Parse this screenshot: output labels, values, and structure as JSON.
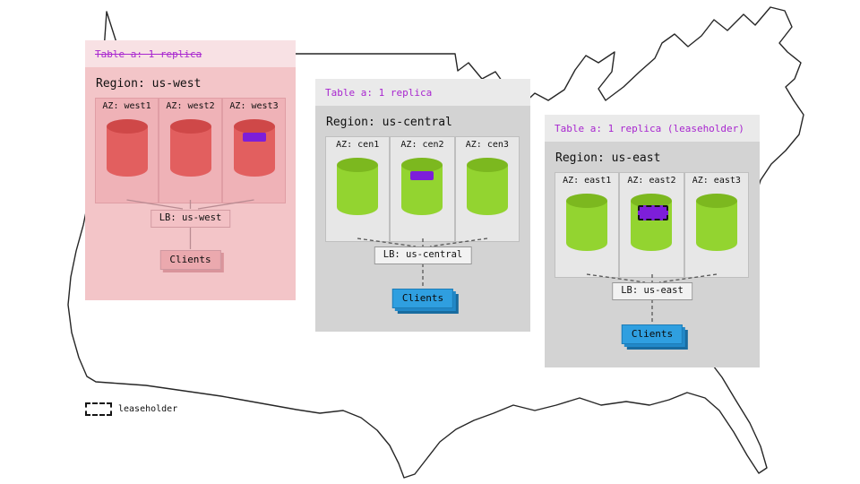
{
  "regions": [
    {
      "id": "us-west",
      "status": "down",
      "table_label": "Table a: 1 replica",
      "region_label": "Region: us-west",
      "azs": [
        {
          "label": "AZ: west1",
          "replica": false,
          "leaseholder": false
        },
        {
          "label": "AZ: west2",
          "replica": false,
          "leaseholder": false
        },
        {
          "label": "AZ: west3",
          "replica": true,
          "leaseholder": false
        }
      ],
      "lb_label": "LB: us-west",
      "clients_label": "Clients"
    },
    {
      "id": "us-central",
      "status": "up",
      "table_label": "Table a: 1 replica",
      "region_label": "Region: us-central",
      "azs": [
        {
          "label": "AZ: cen1",
          "replica": false,
          "leaseholder": false
        },
        {
          "label": "AZ: cen2",
          "replica": true,
          "leaseholder": false
        },
        {
          "label": "AZ: cen3",
          "replica": false,
          "leaseholder": false
        }
      ],
      "lb_label": "LB: us-central",
      "clients_label": "Clients"
    },
    {
      "id": "us-east",
      "status": "up",
      "table_label": "Table a: 1 replica (leaseholder)",
      "region_label": "Region: us-east",
      "azs": [
        {
          "label": "AZ: east1",
          "replica": false,
          "leaseholder": false
        },
        {
          "label": "AZ: east2",
          "replica": true,
          "leaseholder": true
        },
        {
          "label": "AZ: east3",
          "replica": false,
          "leaseholder": false
        }
      ],
      "lb_label": "LB: us-east",
      "clients_label": "Clients"
    }
  ],
  "legend": {
    "label": "leaseholder"
  },
  "colors": {
    "table_label_text": "#a826cf",
    "replica_indicator": "#7d1ed9",
    "healthy_node_green": "#93d430",
    "failed_node_red": "#e25f5f",
    "clients_blue": "#2f9fe0",
    "region_down_bg": "#f3c5c8",
    "region_up_bg": "#d3d3d3"
  }
}
